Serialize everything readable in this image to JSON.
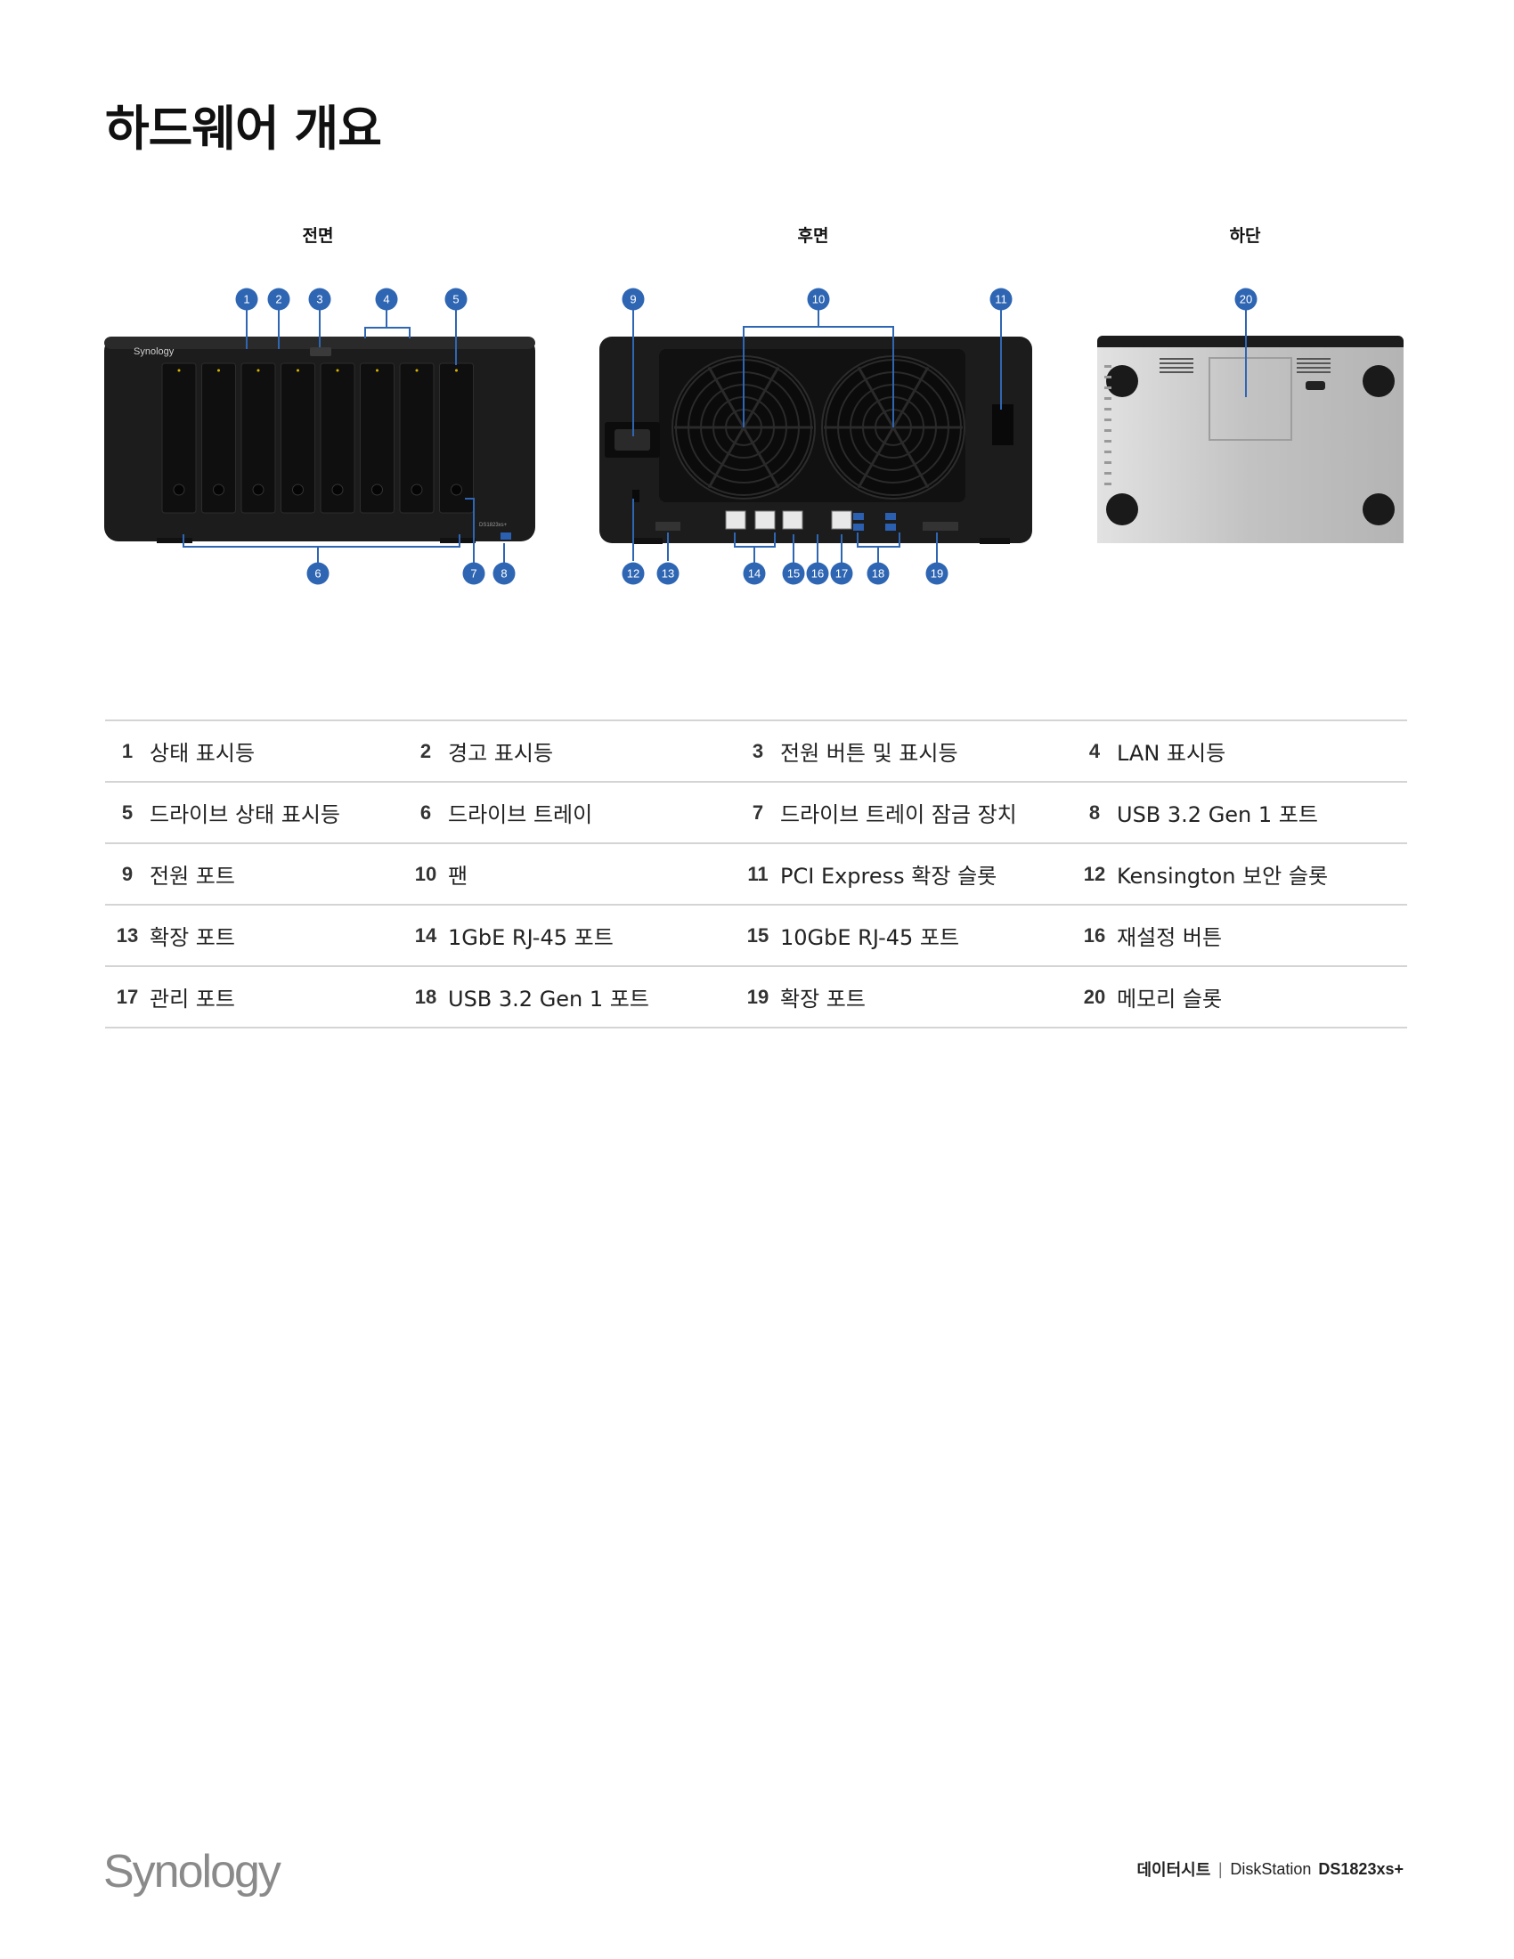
{
  "page_title": "하드웨어 개요",
  "views": {
    "front": "전면",
    "rear": "후면",
    "bottom": "하단"
  },
  "device_text": {
    "front_logo": "Synology",
    "front_model": "DS1823xs+"
  },
  "callouts": [
    "1",
    "2",
    "3",
    "4",
    "5",
    "6",
    "7",
    "8",
    "9",
    "10",
    "11",
    "12",
    "13",
    "14",
    "15",
    "16",
    "17",
    "18",
    "19",
    "20"
  ],
  "legend": [
    [
      {
        "num": "1",
        "label": "상태 표시등"
      },
      {
        "num": "2",
        "label": "경고 표시등"
      },
      {
        "num": "3",
        "label": "전원 버튼 및 표시등"
      },
      {
        "num": "4",
        "label": "LAN 표시등"
      }
    ],
    [
      {
        "num": "5",
        "label": "드라이브 상태 표시등"
      },
      {
        "num": "6",
        "label": "드라이브 트레이"
      },
      {
        "num": "7",
        "label": "드라이브 트레이 잠금 장치"
      },
      {
        "num": "8",
        "label": "USB 3.2 Gen 1 포트"
      }
    ],
    [
      {
        "num": "9",
        "label": "전원 포트"
      },
      {
        "num": "10",
        "label": "팬"
      },
      {
        "num": "11",
        "label": "PCI Express 확장 슬롯"
      },
      {
        "num": "12",
        "label": "Kensington 보안 슬롯"
      }
    ],
    [
      {
        "num": "13",
        "label": "확장 포트"
      },
      {
        "num": "14",
        "label": "1GbE RJ-45 포트"
      },
      {
        "num": "15",
        "label": "10GbE RJ-45 포트"
      },
      {
        "num": "16",
        "label": "재설정 버튼"
      }
    ],
    [
      {
        "num": "17",
        "label": "관리 포트"
      },
      {
        "num": "18",
        "label": "USB 3.2 Gen 1 포트"
      },
      {
        "num": "19",
        "label": "확장 포트"
      },
      {
        "num": "20",
        "label": "메모리 슬롯"
      }
    ]
  ],
  "footer": {
    "brand": "Synology",
    "doc_type": "데이터시트",
    "separator": "|",
    "product": "DiskStation",
    "model": "DS1823xs+"
  },
  "colors": {
    "callout": "#2f66b3",
    "device_body": "#1c1c1c",
    "rule": "#d4d4d4"
  }
}
